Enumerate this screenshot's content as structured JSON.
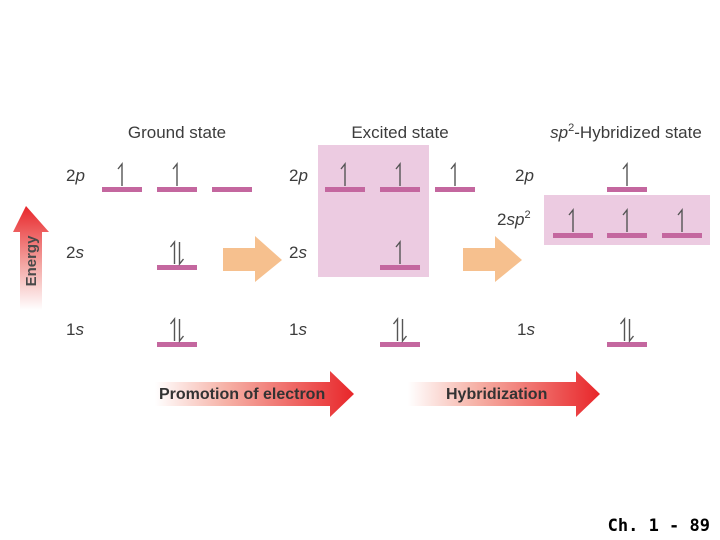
{
  "colors": {
    "orbital": "#c4679f",
    "highlight": "#eccbe1",
    "spin": "#555555",
    "arrow_red": "#e8262a",
    "arrow_orange": "#f6c08e"
  },
  "headers": {
    "ground": "Ground state",
    "excited": "Excited state",
    "hybrid_sp": "sp",
    "hybrid_sup": "2",
    "hybrid_rest": "-Hybridized state"
  },
  "levels": {
    "p2": {
      "num": "2",
      "letter": "p"
    },
    "s2": {
      "num": "2",
      "letter": "s"
    },
    "s1": {
      "num": "1",
      "letter": "s"
    },
    "sp2": {
      "num": "2",
      "letter": "sp",
      "sup": "2"
    }
  },
  "energy_label": "Energy",
  "arrows": {
    "promotion": "Promotion of electron",
    "hybridization": "Hybridization"
  },
  "slide_number": "Ch. 1 - 89",
  "orbitals": {
    "ground": {
      "p2": [
        "up",
        "up",
        "empty"
      ],
      "s2": [
        "pair"
      ],
      "s1": [
        "pair"
      ]
    },
    "excited": {
      "p2": [
        "up",
        "up",
        "up"
      ],
      "s2": [
        "up"
      ],
      "s1": [
        "pair"
      ]
    },
    "hybrid": {
      "p2": [
        "up"
      ],
      "sp2": [
        "up",
        "up",
        "up"
      ],
      "s1": [
        "pair"
      ]
    }
  }
}
